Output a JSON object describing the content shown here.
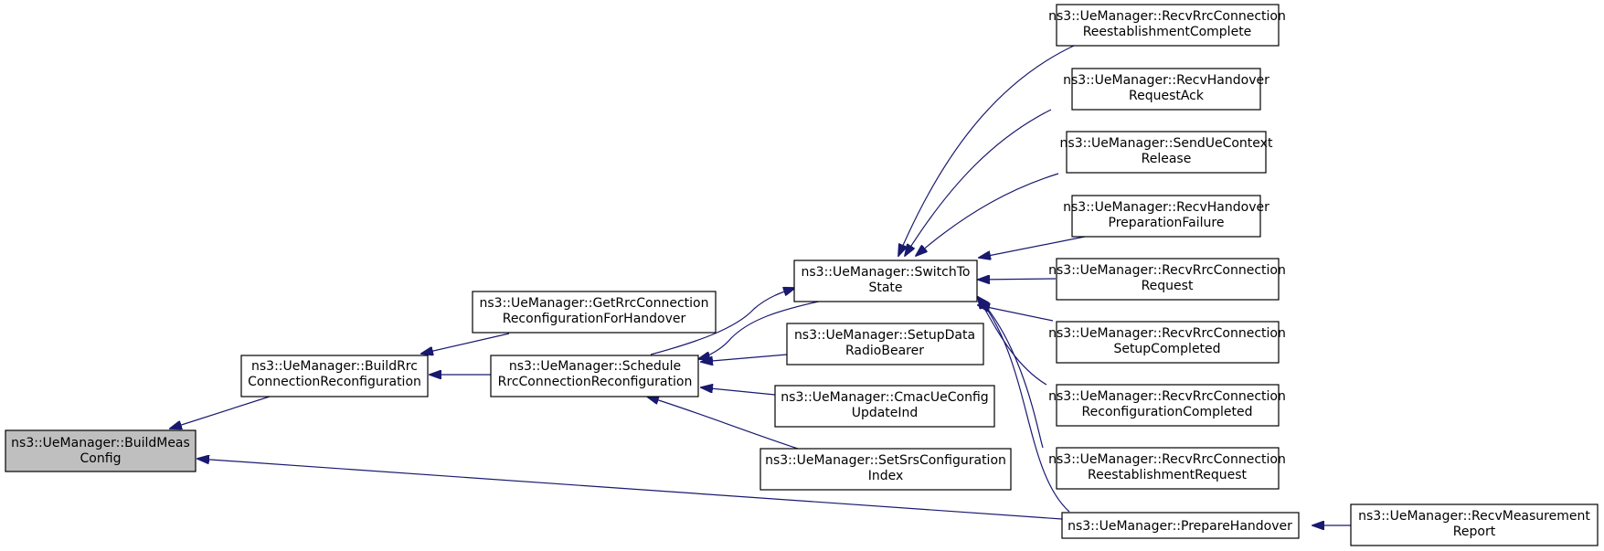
{
  "diagram": {
    "nodes": [
      {
        "id": "build_meas_config",
        "lines": [
          "ns3::UeManager::BuildMeas",
          "Config"
        ],
        "highlighted": true
      },
      {
        "id": "build_rrc_conn_reconfig",
        "lines": [
          "ns3::UeManager::BuildRrc",
          "ConnectionReconfiguration"
        ]
      },
      {
        "id": "get_rrc_conn_reconfig_handover",
        "lines": [
          "ns3::UeManager::GetRrcConnection",
          "ReconfigurationForHandover"
        ]
      },
      {
        "id": "schedule_rrc_conn_reconfig",
        "lines": [
          "ns3::UeManager::Schedule",
          "RrcConnectionReconfiguration"
        ]
      },
      {
        "id": "switch_to_state",
        "lines": [
          "ns3::UeManager::SwitchTo",
          "State"
        ]
      },
      {
        "id": "setup_data_radio_bearer",
        "lines": [
          "ns3::UeManager::SetupData",
          "RadioBearer"
        ]
      },
      {
        "id": "cmac_ue_config_update_ind",
        "lines": [
          "ns3::UeManager::CmacUeConfig",
          "UpdateInd"
        ]
      },
      {
        "id": "set_srs_configuration_index",
        "lines": [
          "ns3::UeManager::SetSrsConfiguration",
          "Index"
        ]
      },
      {
        "id": "recv_rrc_conn_reest_complete",
        "lines": [
          "ns3::UeManager::RecvRrcConnection",
          "ReestablishmentComplete"
        ]
      },
      {
        "id": "recv_handover_request_ack",
        "lines": [
          "ns3::UeManager::RecvHandover",
          "RequestAck"
        ]
      },
      {
        "id": "send_ue_context_release",
        "lines": [
          "ns3::UeManager::SendUeContext",
          "Release"
        ]
      },
      {
        "id": "recv_handover_prep_failure",
        "lines": [
          "ns3::UeManager::RecvHandover",
          "PreparationFailure"
        ]
      },
      {
        "id": "recv_rrc_conn_request",
        "lines": [
          "ns3::UeManager::RecvRrcConnection",
          "Request"
        ]
      },
      {
        "id": "recv_rrc_conn_setup_completed",
        "lines": [
          "ns3::UeManager::RecvRrcConnection",
          "SetupCompleted"
        ]
      },
      {
        "id": "recv_rrc_conn_reconfig_completed",
        "lines": [
          "ns3::UeManager::RecvRrcConnection",
          "ReconfigurationCompleted"
        ]
      },
      {
        "id": "recv_rrc_conn_reest_request",
        "lines": [
          "ns3::UeManager::RecvRrcConnection",
          "ReestablishmentRequest"
        ]
      },
      {
        "id": "prepare_handover",
        "lines": [
          "ns3::UeManager::PrepareHandover"
        ]
      },
      {
        "id": "recv_measurement_report",
        "lines": [
          "ns3::UeManager::RecvMeasurement",
          "Report"
        ]
      }
    ],
    "edges": [
      {
        "from": "build_rrc_conn_reconfig",
        "to": "build_meas_config"
      },
      {
        "from": "prepare_handover",
        "to": "build_meas_config"
      },
      {
        "from": "get_rrc_conn_reconfig_handover",
        "to": "build_rrc_conn_reconfig"
      },
      {
        "from": "schedule_rrc_conn_reconfig",
        "to": "build_rrc_conn_reconfig"
      },
      {
        "from": "schedule_rrc_conn_reconfig",
        "to": "switch_to_state"
      },
      {
        "from": "switch_to_state",
        "to": "schedule_rrc_conn_reconfig"
      },
      {
        "from": "setup_data_radio_bearer",
        "to": "schedule_rrc_conn_reconfig"
      },
      {
        "from": "cmac_ue_config_update_ind",
        "to": "schedule_rrc_conn_reconfig"
      },
      {
        "from": "set_srs_configuration_index",
        "to": "schedule_rrc_conn_reconfig"
      },
      {
        "from": "recv_rrc_conn_reest_complete",
        "to": "switch_to_state"
      },
      {
        "from": "recv_handover_request_ack",
        "to": "switch_to_state"
      },
      {
        "from": "send_ue_context_release",
        "to": "switch_to_state"
      },
      {
        "from": "recv_handover_prep_failure",
        "to": "switch_to_state"
      },
      {
        "from": "recv_rrc_conn_request",
        "to": "switch_to_state"
      },
      {
        "from": "recv_rrc_conn_setup_completed",
        "to": "switch_to_state"
      },
      {
        "from": "recv_rrc_conn_reconfig_completed",
        "to": "switch_to_state"
      },
      {
        "from": "recv_rrc_conn_reest_request",
        "to": "switch_to_state"
      },
      {
        "from": "prepare_handover",
        "to": "switch_to_state"
      },
      {
        "from": "recv_measurement_report",
        "to": "prepare_handover"
      }
    ],
    "colors": {
      "edge": "#191970",
      "node_fill": "#ffffff",
      "node_highlight_fill": "#bfbfbf",
      "node_border": "#000000"
    }
  }
}
